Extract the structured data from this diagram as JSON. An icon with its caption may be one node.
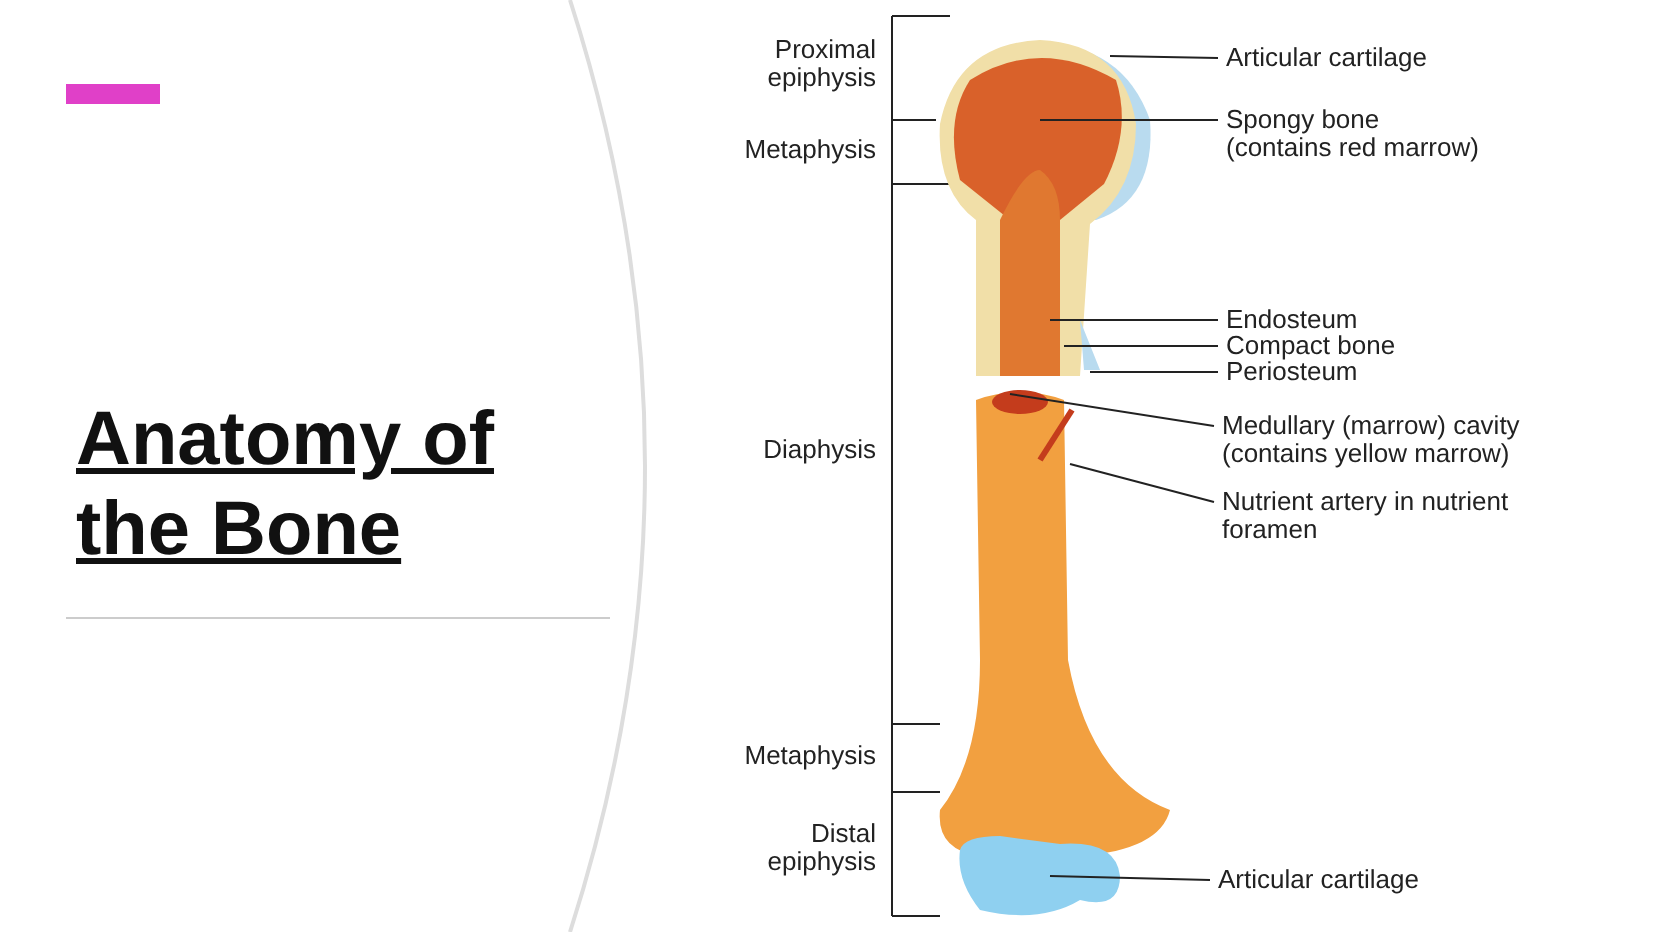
{
  "diagram": {
    "title": "Anatomy of the Bone",
    "nodes": [
      {
        "text": [
          "Articular cartilage"
        ]
      },
      {
        "text": [
          "Spongy bone (contains red marrow)"
        ]
      },
      {
        "text": [
          "Endosteum"
        ]
      },
      {
        "text": [
          "Compact bone"
        ]
      },
      {
        "text": [
          "Periosteum"
        ]
      },
      {
        "text": [
          "Medullary (marrow) cavity (contains yellow marrow)"
        ]
      },
      {
        "text": [
          "Nutrient artery in nutrient foramen"
        ]
      },
      {
        "text": [
          "Articular cartilage"
        ]
      }
    ],
    "edges": [
      {
        "from": 0,
        "to": null,
        "arrow": "none"
      },
      {
        "from": 1,
        "to": null,
        "arrow": "none"
      },
      {
        "from": 2,
        "to": null,
        "arrow": "none"
      },
      {
        "from": 3,
        "to": null,
        "arrow": "none"
      },
      {
        "from": 4,
        "to": null,
        "arrow": "none"
      },
      {
        "from": 5,
        "to": null,
        "arrow": "none"
      },
      {
        "from": 6,
        "to": null,
        "arrow": "none"
      },
      {
        "from": 7,
        "to": null,
        "arrow": "none"
      }
    ],
    "labels": [
      "Proximal epiphysis",
      "Metaphysis",
      "Diaphysis",
      "Metaphysis",
      "Distal epiphysis"
    ]
  }
}
